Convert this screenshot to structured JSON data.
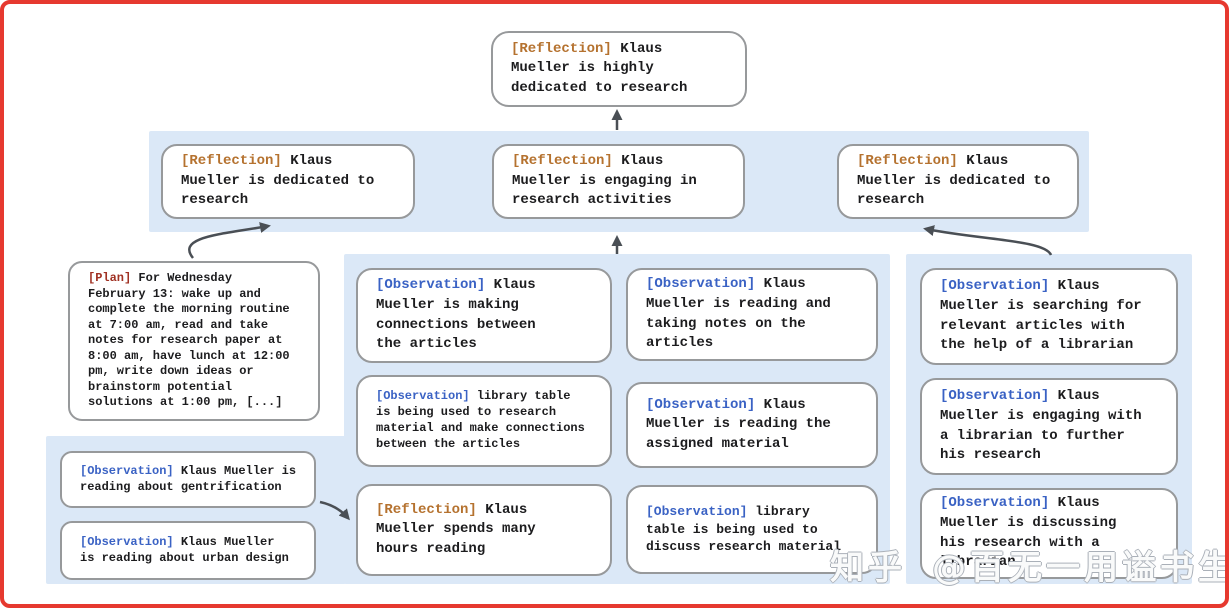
{
  "colors": {
    "frame_red": "#e6392f",
    "panel_blue": "#dbe8f7",
    "box_border_gray": "#97999b",
    "reflection_label": "#b5722f",
    "observation_label": "#3a62c4",
    "plan_label": "#a03123",
    "arrow_gray": "#4a4f55",
    "body_text": "#1c1c1e"
  },
  "tree": {
    "top": {
      "tag": "[Reflection]",
      "text": " Klaus\nMueller is highly\ndedicated to research"
    },
    "level2": [
      {
        "tag": "[Reflection]",
        "text": " Klaus\nMueller is dedicated to\nresearch"
      },
      {
        "tag": "[Reflection]",
        "text": " Klaus\nMueller is engaging in\nresearch activities"
      },
      {
        "tag": "[Reflection]",
        "text": " Klaus\nMueller is dedicated to\nresearch"
      }
    ],
    "plan": {
      "tag": "[Plan]",
      "text": " For Wednesday\nFebruary 13: wake up and\ncomplete the morning routine\nat 7:00 am, read and take\nnotes for research paper at\n8:00 am, have lunch at 12:00\npm, write down ideas or\nbrainstorm potential\nsolutions at 1:00 pm, [...]"
    },
    "left_panel": [
      {
        "tag": "[Observation]",
        "text": " Klaus Mueller is\nreading about gentrification"
      },
      {
        "tag": "[Observation]",
        "text": " Klaus Mueller\nis reading about urban design"
      }
    ],
    "middle_panel": [
      {
        "tag": "[Observation]",
        "text": " Klaus\nMueller is making\nconnections between\nthe articles"
      },
      {
        "tag": "[Observation]",
        "text": " library table\nis being used to research\nmaterial and make connections\nbetween the articles"
      },
      {
        "tag": "[Reflection]",
        "text": " Klaus\nMueller spends many\nhours reading"
      },
      {
        "tag": "[Observation]",
        "text": " Klaus\nMueller is reading and\ntaking notes on the\narticles"
      },
      {
        "tag": "[Observation]",
        "text": " Klaus\nMueller is reading the\nassigned material"
      },
      {
        "tag": "[Observation]",
        "text": " library\ntable is being used to\ndiscuss research material"
      }
    ],
    "right_panel": [
      {
        "tag": "[Observation]",
        "text": " Klaus\nMueller is searching for\nrelevant articles with\nthe help of a librarian"
      },
      {
        "tag": "[Observation]",
        "text": " Klaus\nMueller is engaging with\na librarian to further\nhis research"
      },
      {
        "tag": "[Observation]",
        "text": " Klaus\nMueller is discussing\nhis research with a\nlibrarian"
      }
    ]
  },
  "watermark": {
    "brand": "知乎",
    "handle": "@百无一用谥书生"
  }
}
